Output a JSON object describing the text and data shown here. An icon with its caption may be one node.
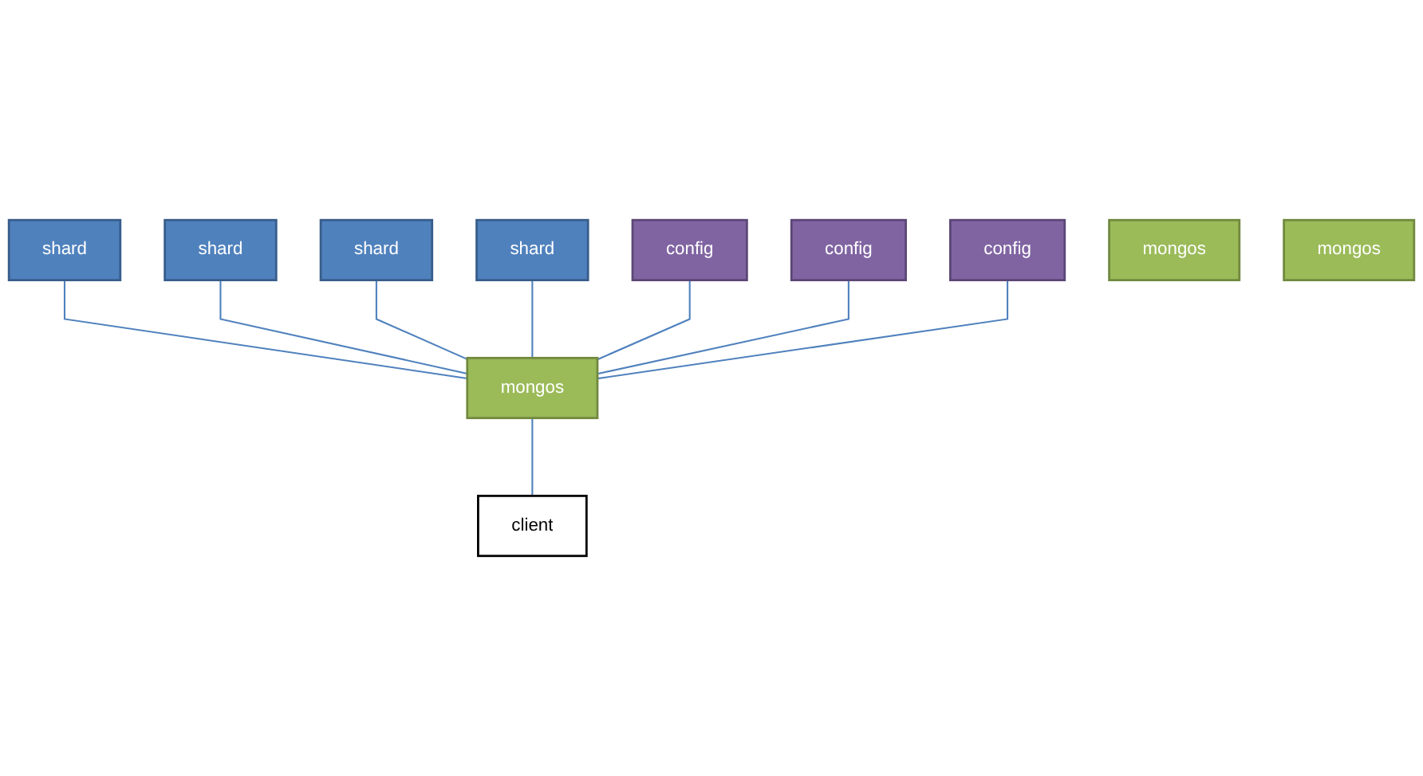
{
  "diagram": {
    "nodes": [
      {
        "text": [
          "shard"
        ]
      },
      {
        "text": [
          "shard"
        ]
      },
      {
        "text": [
          "shard"
        ]
      },
      {
        "text": [
          "shard"
        ]
      },
      {
        "text": [
          "config"
        ]
      },
      {
        "text": [
          "config"
        ]
      },
      {
        "text": [
          "config"
        ]
      },
      {
        "text": [
          "mongos"
        ]
      },
      {
        "text": [
          "mongos"
        ]
      },
      {
        "text": [
          "mongos"
        ]
      },
      {
        "text": [
          "client"
        ]
      }
    ],
    "edges": [
      {
        "from": 0,
        "to": 7,
        "arrow": "none"
      },
      {
        "from": 1,
        "to": 7,
        "arrow": "none"
      },
      {
        "from": 2,
        "to": 7,
        "arrow": "none"
      },
      {
        "from": 3,
        "to": 7,
        "arrow": "none"
      },
      {
        "from": 4,
        "to": 7,
        "arrow": "none"
      },
      {
        "from": 5,
        "to": 7,
        "arrow": "none"
      },
      {
        "from": 6,
        "to": 7,
        "arrow": "none"
      },
      {
        "from": 7,
        "to": 10,
        "arrow": "none"
      }
    ]
  }
}
